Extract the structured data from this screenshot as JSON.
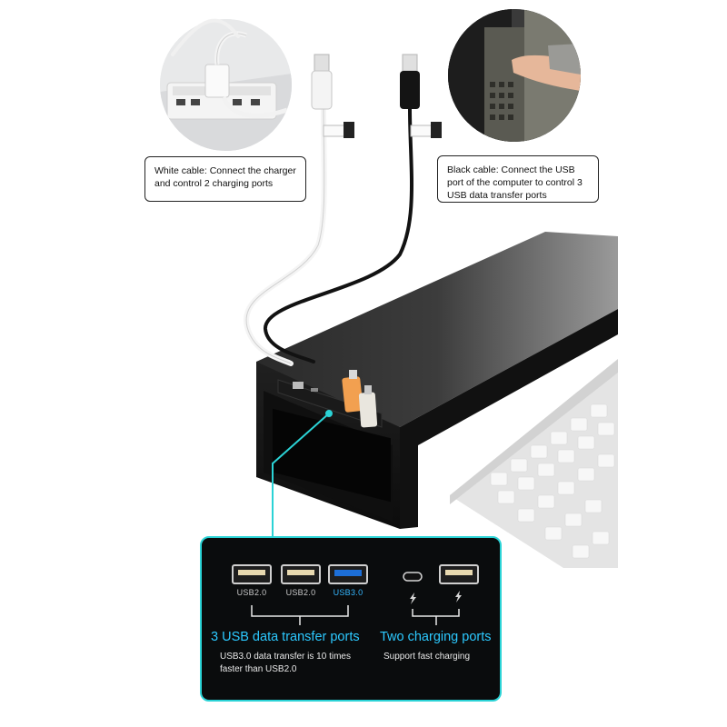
{
  "callouts": {
    "white_cable": "White cable: Connect the charger and control 2 charging ports",
    "black_cable": "Black cable: Connect the USB port of the computer to control 3 USB data transfer ports"
  },
  "ports": {
    "items": [
      {
        "label": "USB2.0"
      },
      {
        "label": "USB2.0"
      },
      {
        "label": "USB3.0"
      }
    ]
  },
  "headings": {
    "data": "3 USB data transfer ports",
    "charging": "Two charging ports"
  },
  "descriptions": {
    "data": "USB3.0 data transfer is 10 times faster than USB2.0",
    "charging": "Support fast charging"
  },
  "colors": {
    "accent_cyan": "#2bd3d6",
    "heading_blue": "#2cc9ff",
    "usb3_blue": "#35b7ff",
    "stand_black": "#1b1b1b"
  }
}
